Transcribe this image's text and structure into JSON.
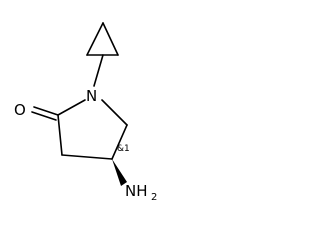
{
  "molecule": {
    "atoms": {
      "nitrogen_ring": "N",
      "oxygen": "O",
      "amine_n": "NH",
      "amine_h_count": "2"
    },
    "stereo_label": "&1"
  }
}
